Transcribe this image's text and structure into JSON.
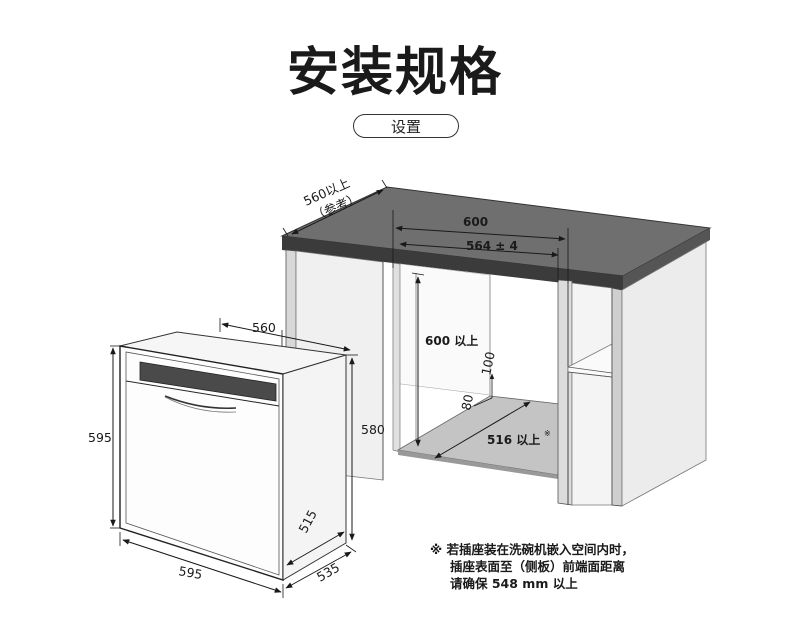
{
  "header": {
    "title": "安装规格",
    "section_label": "设置"
  },
  "cabinet": {
    "depth_label_line1": "560以上",
    "depth_label_line2": "（参考）",
    "width_outer": "600",
    "width_inner": "564 ± 4",
    "height_min": "600 以上",
    "offset_100": "100",
    "offset_80": "80",
    "depth_min": "516 以上",
    "depth_mark": "※"
  },
  "appliance": {
    "depth": "560",
    "height": "595",
    "width": "595",
    "body_height": "580",
    "inner_depth": "515",
    "total_depth": "535"
  },
  "note": {
    "line1": "※ 若插座装在洗碗机嵌入空间内时，",
    "line2": "插座表面至（侧板）前端面距离",
    "line3": "请确保 548 mm 以上"
  },
  "colors": {
    "countertop": "#6f6f6f",
    "cabinet_side": "#ececec",
    "line": "#1a1a1a"
  }
}
